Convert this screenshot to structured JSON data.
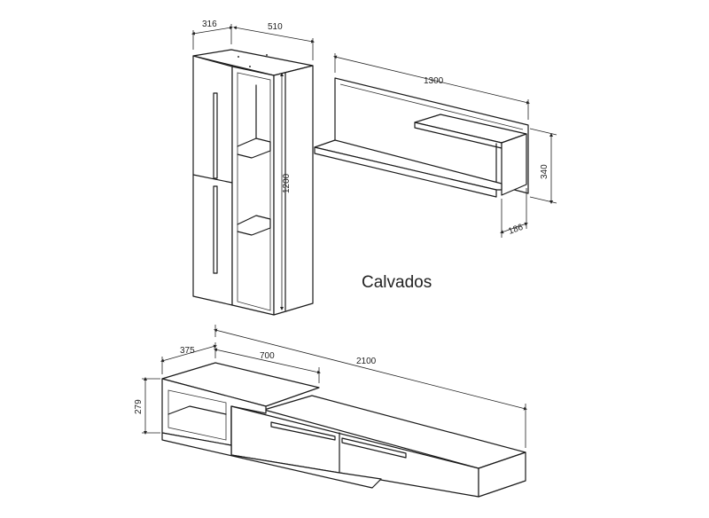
{
  "title": "Calvados",
  "dimensions": {
    "wall_cabinet_depth": "316",
    "wall_cabinet_width": "510",
    "wall_cabinet_height": "1200",
    "shelf_width": "1300",
    "shelf_height": "340",
    "shelf_depth": "186",
    "tv_top_depth": "375",
    "tv_top_width": "700",
    "tv_total_width": "2100",
    "tv_height": "279"
  }
}
